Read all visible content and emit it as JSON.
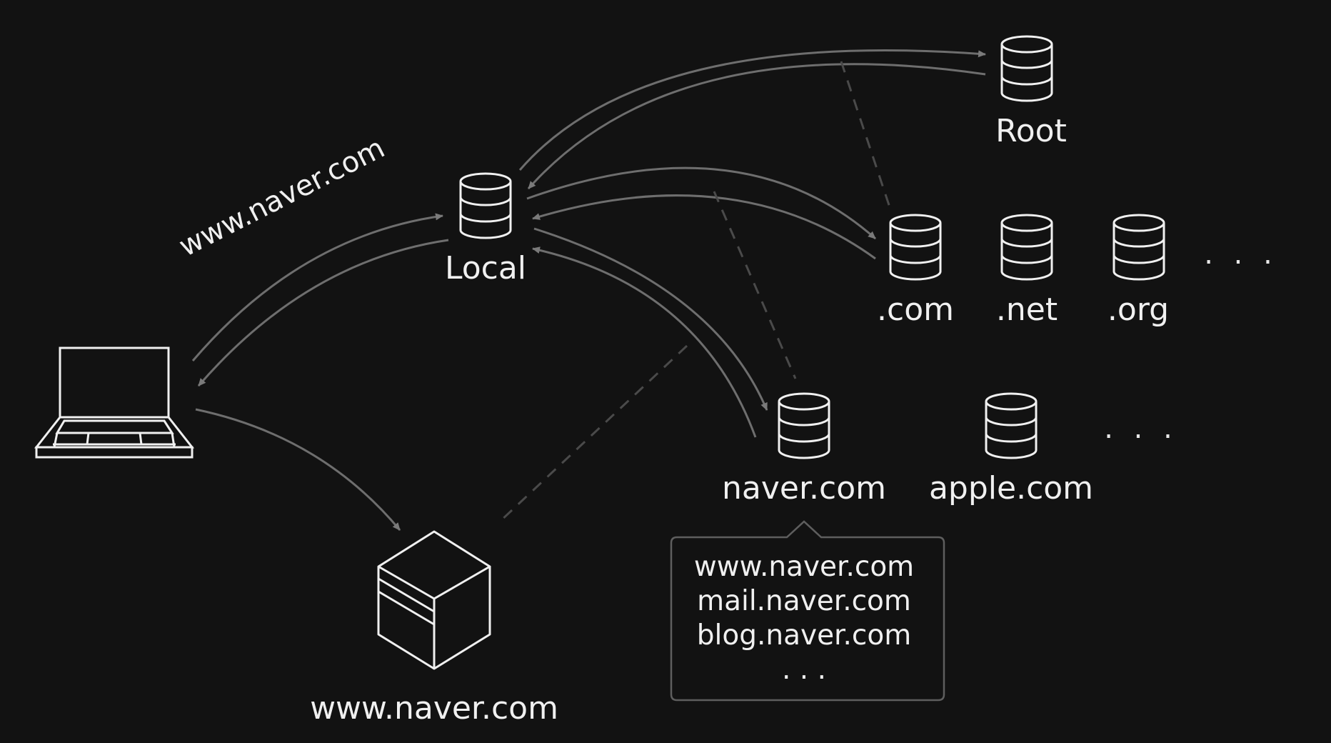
{
  "nodes": {
    "client_query": "www.naver.com",
    "local": "Local",
    "root": "Root",
    "tld": [
      ".com",
      ".net",
      ".org"
    ],
    "tld_more": ". . .",
    "second_level": [
      "naver.com",
      "apple.com"
    ],
    "second_more": ". . .",
    "web_server": "www.naver.com"
  },
  "records": {
    "items": [
      "www.naver.com",
      "mail.naver.com",
      "blog.naver.com"
    ],
    "more": ". . ."
  },
  "colors": {
    "background": "#121212",
    "foreground": "#f2f2f2",
    "arrow": "#6e6e6e",
    "dashed": "#4a4a4a"
  }
}
